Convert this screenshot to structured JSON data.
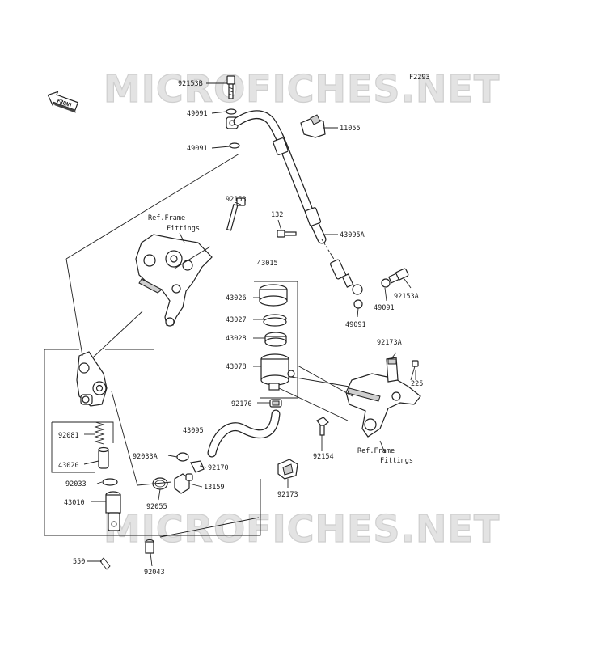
{
  "diagram_code": "F2293",
  "front_label": "FRONT",
  "watermark": "MICROFICHES.NET",
  "ref_frame_upper": {
    "line1": "Ref.Frame",
    "line2": "Fittings"
  },
  "ref_frame_lower": {
    "line1": "Ref.Frame",
    "line2": "Fittings"
  },
  "parts": {
    "p92153B": "92153B",
    "p49091a": "49091",
    "p49091b": "49091",
    "p11055": "11055",
    "p92153": "92153",
    "p132": "132",
    "p43095A": "43095A",
    "p43015": "43015",
    "p43026": "43026",
    "p43027": "43027",
    "p43028": "43028",
    "p43078": "43078",
    "p92153A": "92153A",
    "p49091c": "49091",
    "p49091d": "49091",
    "p92173A": "92173A",
    "p225": "225",
    "p92170a": "92170",
    "p43095": "43095",
    "p92154": "92154",
    "p92081": "92081",
    "p43020": "43020",
    "p92033A": "92033A",
    "p92170b": "92170",
    "p92033": "92033",
    "p13159": "13159",
    "p92055": "92055",
    "p92173": "92173",
    "p43010": "43010",
    "p550": "550",
    "p92043": "92043"
  }
}
